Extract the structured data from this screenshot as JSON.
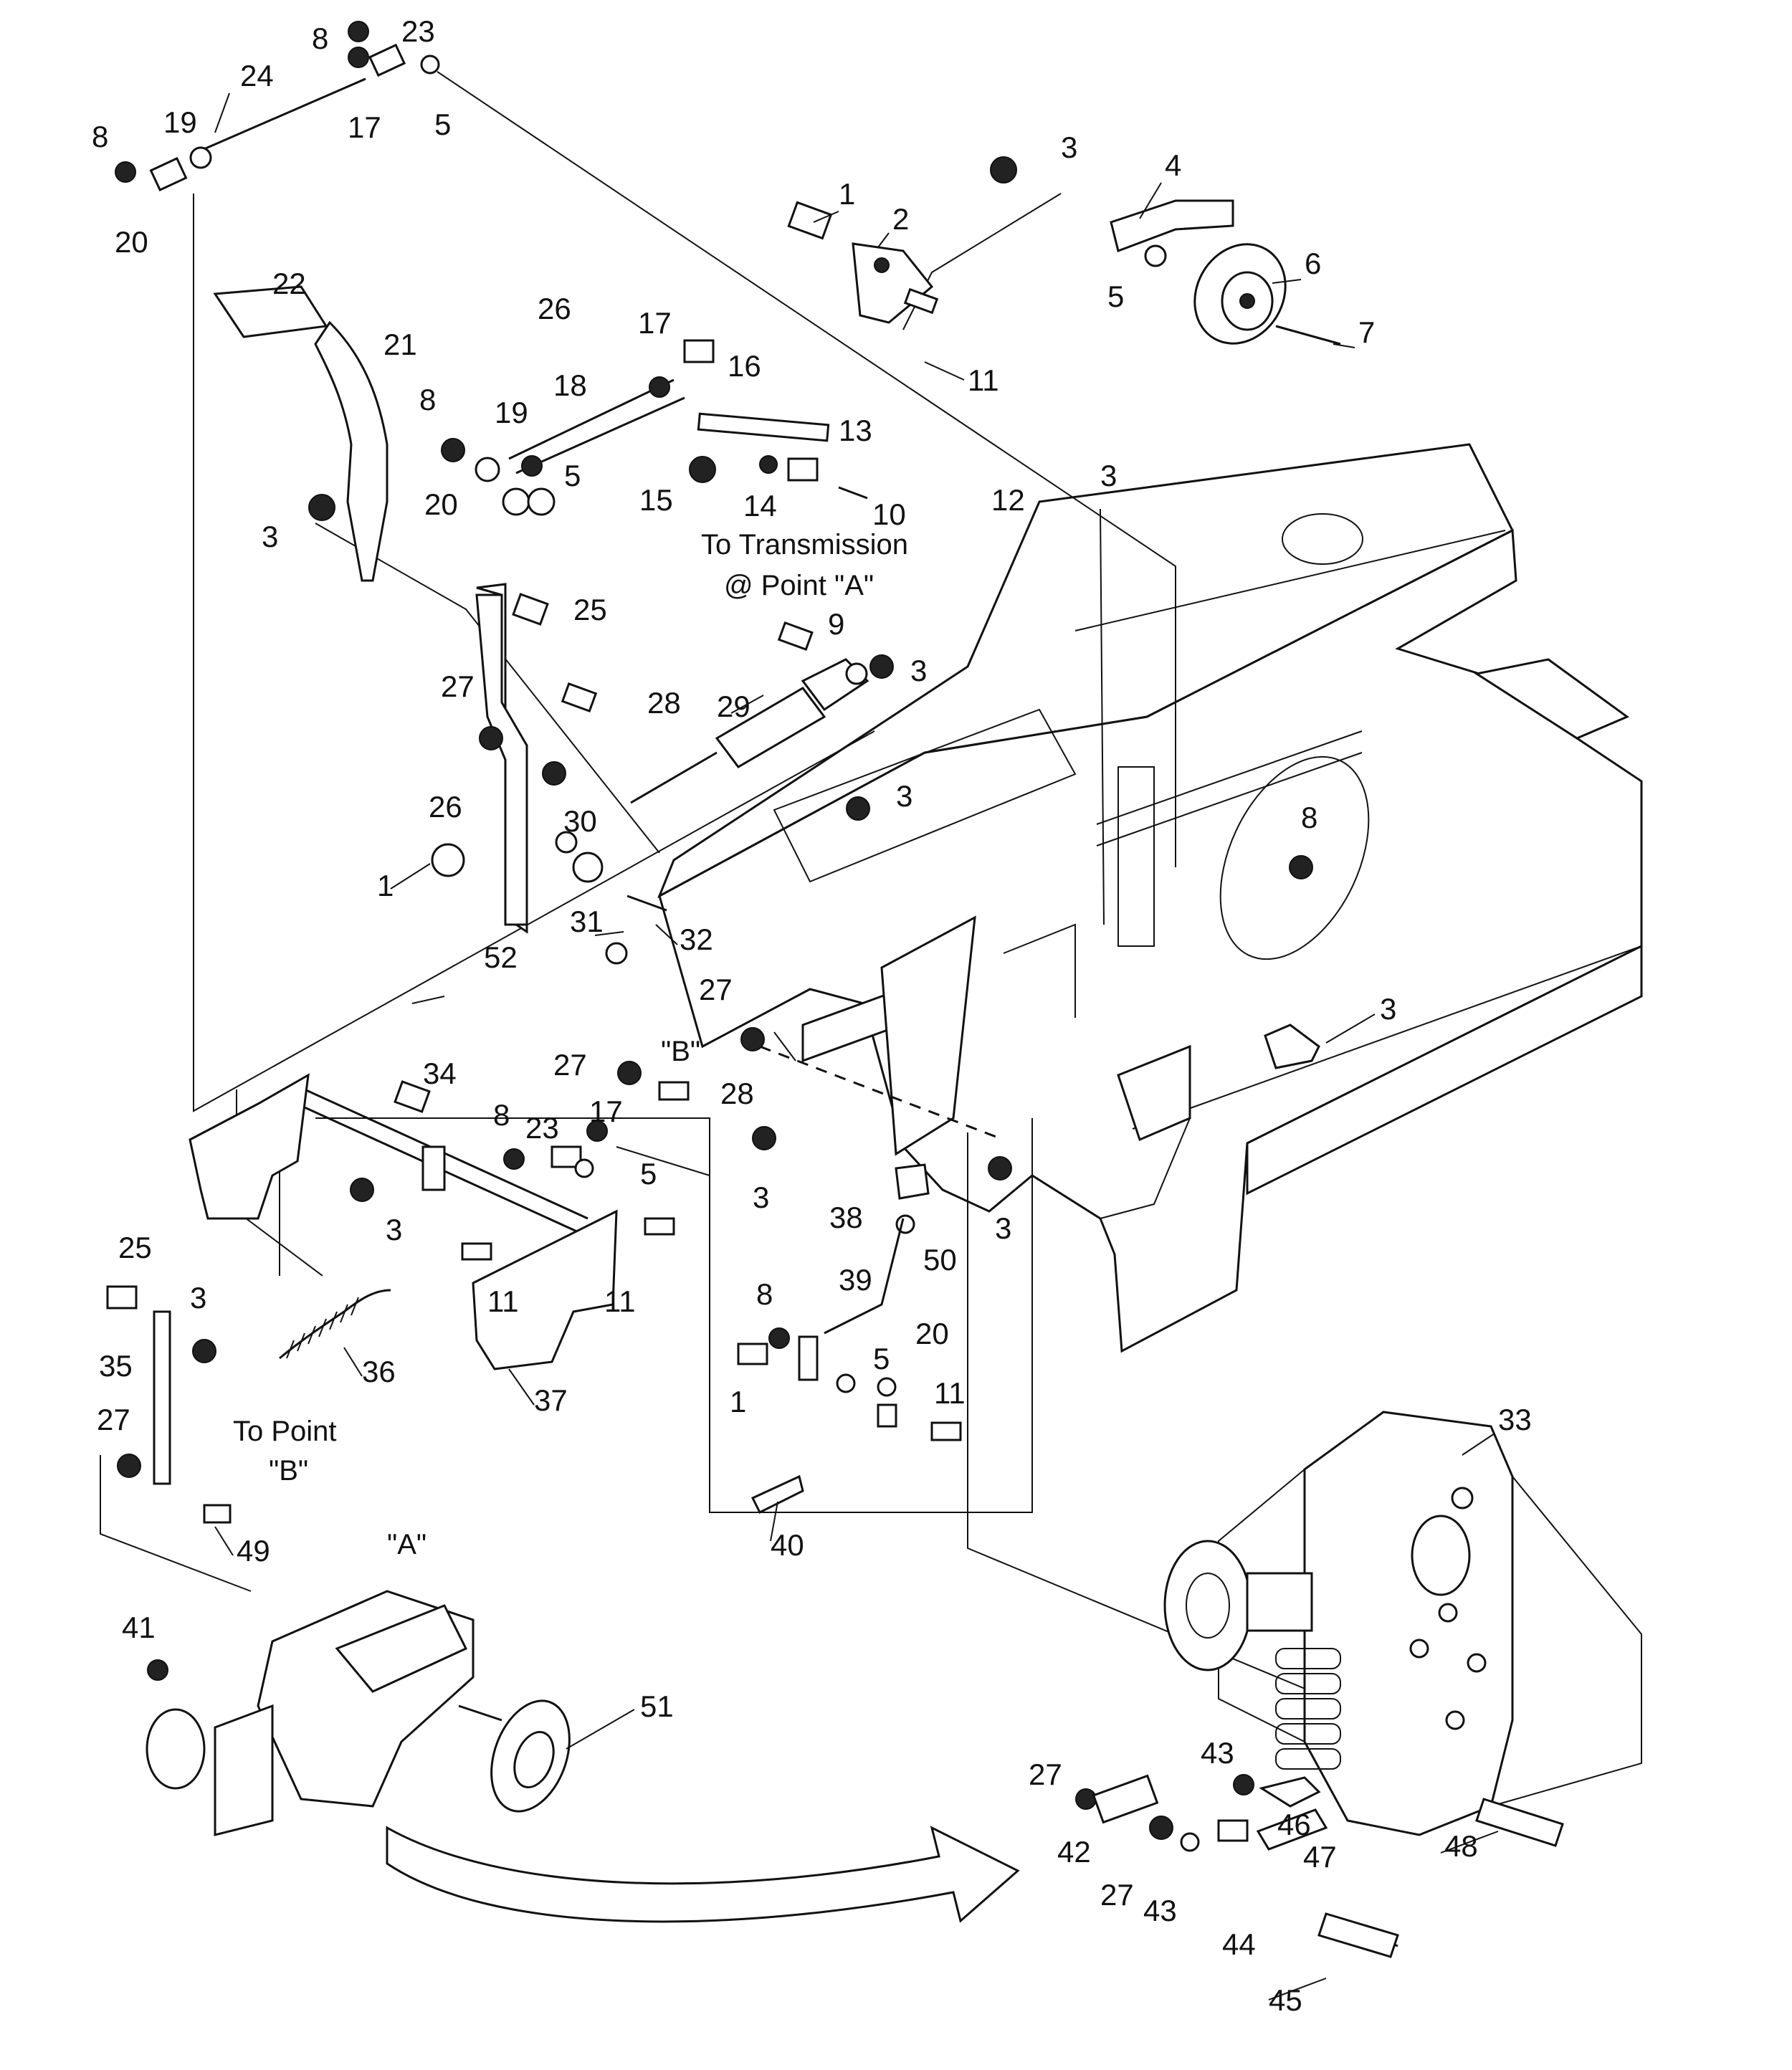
{
  "callouts": [
    "8",
    "23",
    "24",
    "17",
    "5",
    "8",
    "19",
    "20",
    "3",
    "1",
    "2",
    "4",
    "6",
    "5",
    "7",
    "11",
    "22",
    "26",
    "21",
    "17",
    "16",
    "18",
    "13",
    "8",
    "19",
    "15",
    "14",
    "10",
    "20",
    "5",
    "3",
    "3",
    "12",
    "25",
    "9",
    "28",
    "29",
    "3",
    "27",
    "26",
    "3",
    "30",
    "8",
    "1",
    "31",
    "32",
    "52",
    "27",
    "3",
    "34",
    "27",
    "28",
    "8",
    "23",
    "17",
    "5",
    "3",
    "3",
    "38",
    "3",
    "11",
    "11",
    "50",
    "39",
    "25",
    "3",
    "36",
    "37",
    "8",
    "5",
    "20",
    "35",
    "1",
    "11",
    "27",
    "40",
    "49",
    "33",
    "41",
    "51",
    "27",
    "43",
    "46",
    "47",
    "42",
    "27",
    "43",
    "48",
    "44",
    "45"
  ],
  "notes": {
    "to_transmission_line1": "To  Transmission",
    "to_transmission_line2": "@  Point  \"A\"",
    "point_b_label": "\"B\"",
    "to_point_b_line1": "To  Point",
    "to_point_b_line2": "\"B\"",
    "point_a_label": "\"A\""
  }
}
